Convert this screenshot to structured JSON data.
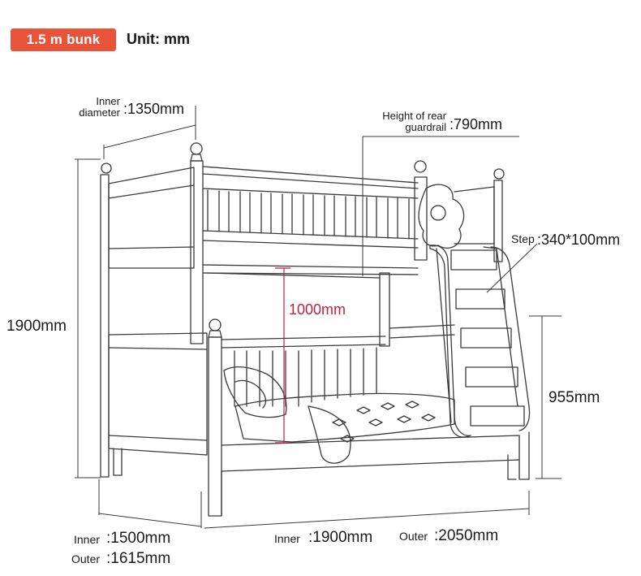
{
  "header": {
    "badge": "1.5 m bunk",
    "unit": "Unit: mm"
  },
  "colors": {
    "badge_bg": "#e8533a",
    "accent": "#c41e3a",
    "line": "#3a3a3a"
  },
  "dims": {
    "inner_diameter_label_1": "Inner",
    "inner_diameter_label_2": "diameter",
    "inner_diameter_value": ":1350mm",
    "rear_guardrail_label_1": "Height of rear",
    "rear_guardrail_label_2": "guardrail",
    "rear_guardrail_value": ":790mm",
    "step_label": "Step",
    "step_value": ":340*100mm",
    "total_height": "1900mm",
    "clearance": "1000mm",
    "ladder_height": "955mm",
    "width_inner_label": "Inner",
    "width_inner_value": ":1500mm",
    "width_outer_label": "Outer",
    "width_outer_value": ":1615mm",
    "length_inner_label": "Inner",
    "length_inner_value": ":1900mm",
    "length_outer_label": "Outer",
    "length_outer_value": ":2050mm"
  }
}
